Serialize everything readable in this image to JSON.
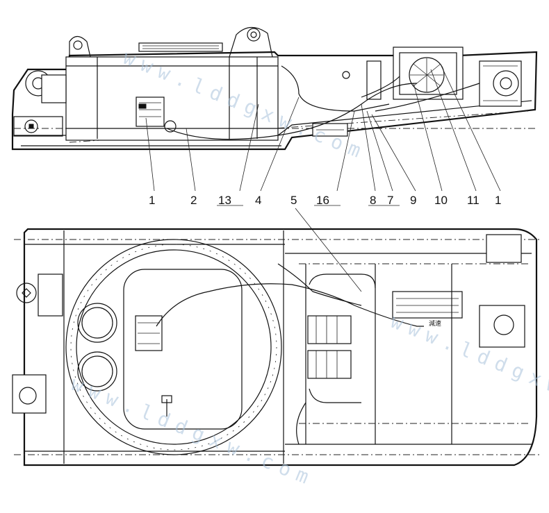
{
  "callouts": [
    {
      "label": "1"
    },
    {
      "label": "2"
    },
    {
      "label": "13"
    },
    {
      "label": "4"
    },
    {
      "label": "5"
    },
    {
      "label": "16"
    },
    {
      "label": "8"
    },
    {
      "label": "7"
    },
    {
      "label": "9"
    },
    {
      "label": "10"
    },
    {
      "label": "11"
    },
    {
      "label": "1"
    }
  ],
  "note_label": "減速",
  "watermark": "www.lddgxw.com",
  "colors": {
    "line": "#111111",
    "watermark": "#a9c3dc",
    "background": "#ffffff"
  }
}
